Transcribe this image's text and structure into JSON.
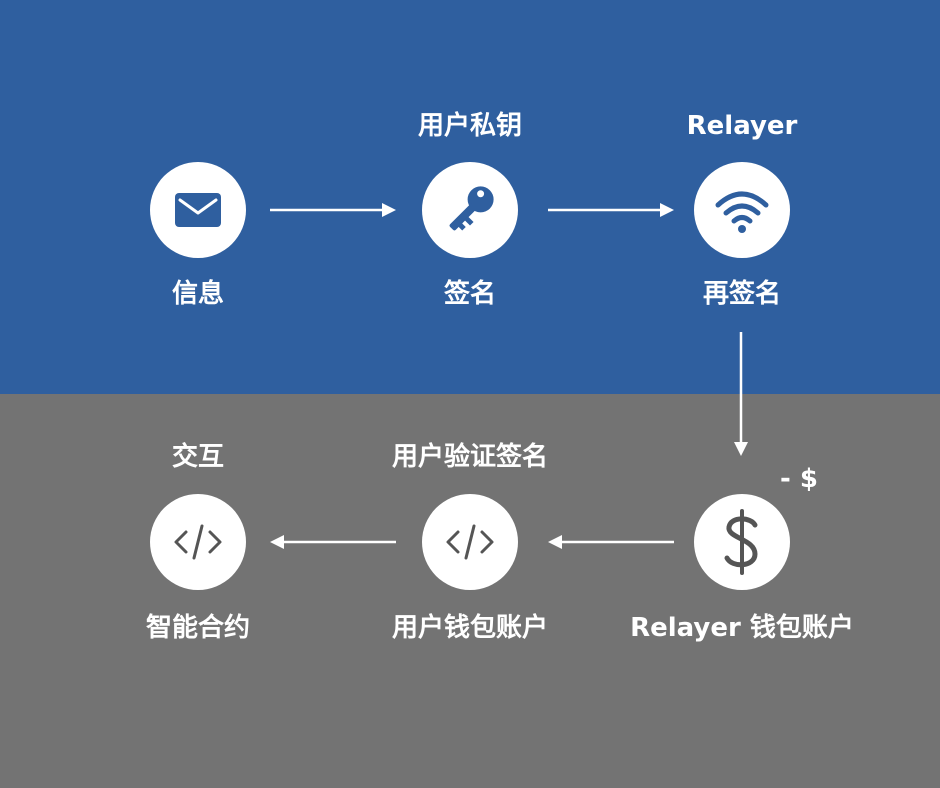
{
  "top": {
    "nodes": [
      {
        "top_label": "",
        "bottom_label": "信息",
        "icon": "envelope-icon"
      },
      {
        "top_label": "用户私钥",
        "bottom_label": "签名",
        "icon": "key-icon"
      },
      {
        "top_label": "Relayer",
        "bottom_label": "再签名",
        "icon": "wifi-icon"
      }
    ]
  },
  "bottom": {
    "nodes": [
      {
        "top_label": "交互",
        "bottom_label": "智能合约",
        "icon": "code-icon"
      },
      {
        "top_label": "用户验证签名",
        "bottom_label": "用户钱包账户",
        "icon": "code-icon"
      },
      {
        "top_label": "",
        "bottom_label": "Relayer 钱包账户",
        "icon": "dollar-icon"
      }
    ],
    "cost_note": "- $"
  },
  "colors": {
    "top_band": "#2f5f9f",
    "bottom_band": "#737373",
    "node_fill": "#ffffff",
    "text": "#ffffff"
  }
}
